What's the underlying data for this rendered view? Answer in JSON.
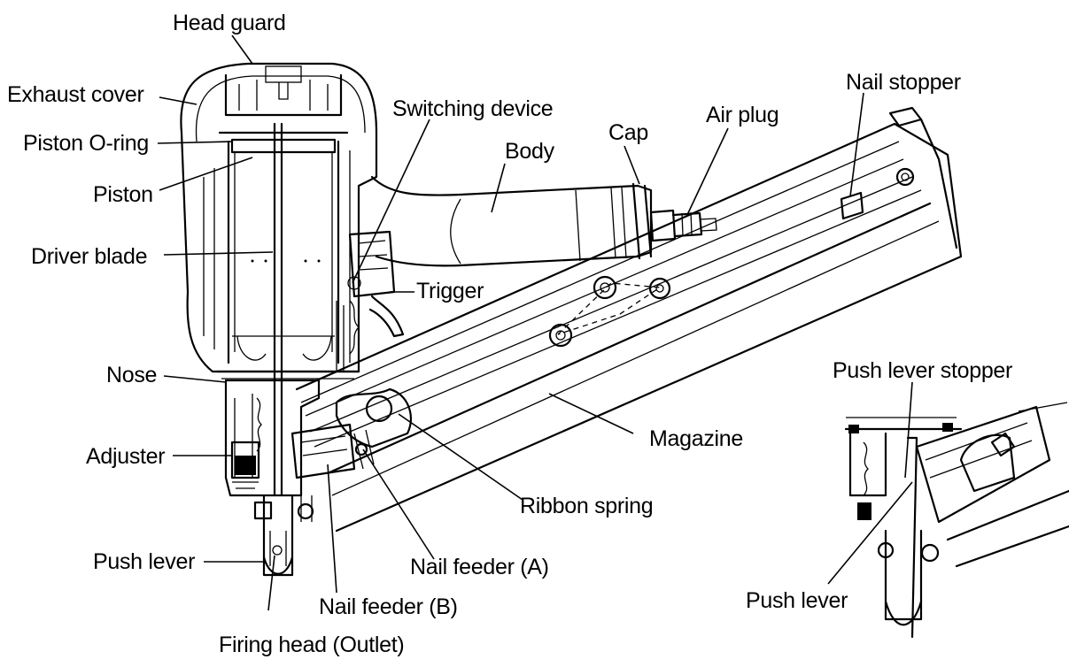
{
  "colors": {
    "ink": "#000000",
    "background": "#ffffff"
  },
  "labels": {
    "head_guard": "Head guard",
    "exhaust_cover": "Exhaust cover",
    "piston_o_ring": "Piston O-ring",
    "piston": "Piston",
    "driver_blade": "Driver blade",
    "nose": "Nose",
    "adjuster": "Adjuster",
    "push_lever": "Push lever",
    "firing_head": "Firing head (Outlet)",
    "switching_device": "Switching device",
    "body": "Body",
    "cap": "Cap",
    "air_plug": "Air plug",
    "nail_stopper": "Nail stopper",
    "trigger": "Trigger",
    "magazine": "Magazine",
    "ribbon_spring": "Ribbon spring",
    "nail_feeder_a": "Nail feeder (A)",
    "nail_feeder_b": "Nail feeder (B)",
    "push_lever_stopper": "Push lever stopper",
    "inset_push_lever": "Push lever"
  }
}
